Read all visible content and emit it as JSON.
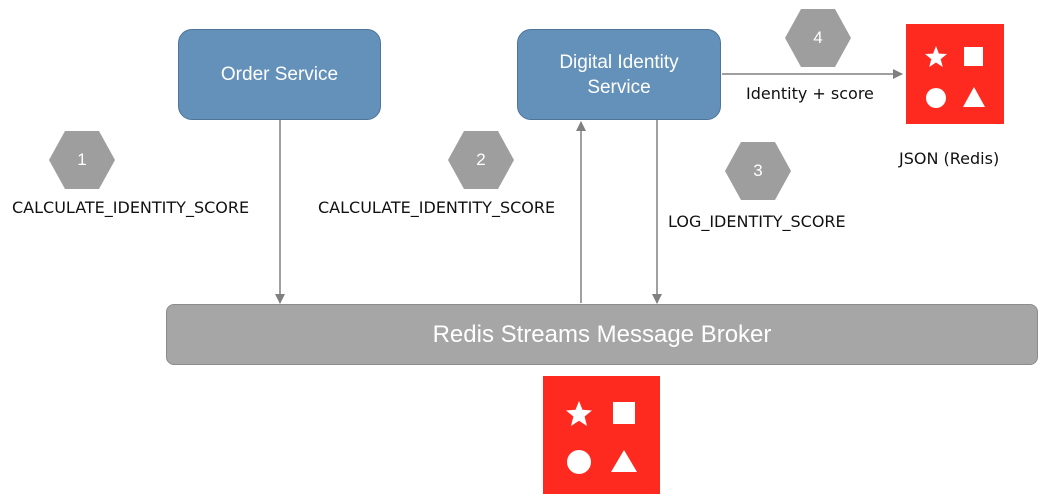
{
  "services": {
    "order": "Order Service",
    "identity_line1": "Digital Identity",
    "identity_line2": "Service"
  },
  "broker": "Redis Streams Message Broker",
  "steps": [
    {
      "number": "1",
      "label": "CALCULATE_IDENTITY_SCORE"
    },
    {
      "number": "2",
      "label": "CALCULATE_IDENTITY_SCORE"
    },
    {
      "number": "3",
      "label": "LOG_IDENTITY_SCORE"
    },
    {
      "number": "4",
      "label": "Identity + score"
    }
  ],
  "json_store_label": "JSON (Redis)",
  "colors": {
    "service": "#6491b9",
    "broker": "#a6a6a6",
    "step_badge": "#9e9e9e",
    "redis_logo": "#ff2a1f",
    "arrow": "#808080"
  },
  "icons": [
    "redis-logo-icon",
    "star-icon",
    "square-icon",
    "circle-icon",
    "triangle-icon",
    "hexagon-badge-icon"
  ]
}
